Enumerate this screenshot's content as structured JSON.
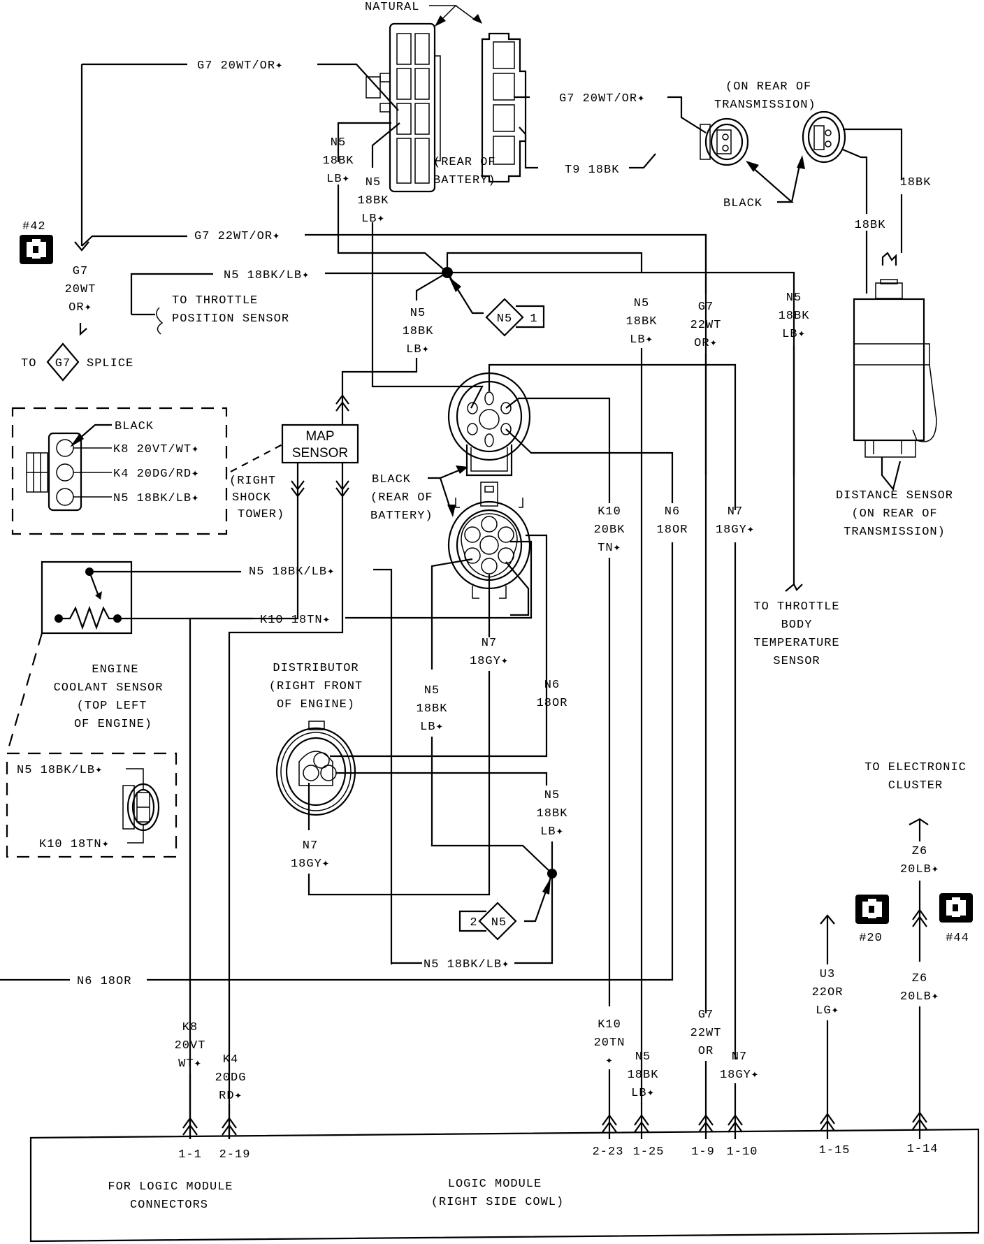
{
  "title": "Logic Module Wiring Diagram",
  "top_connectors": {
    "natural_label": "NATURAL",
    "rear_of_battery": [
      "(REAR OF",
      "BATTERY)"
    ],
    "g7_top": "G7 20WT/OR✦",
    "g7_right": "G7 20WT/OR✦",
    "t9": "T9 18BK",
    "n5_a": [
      "N5",
      "18BK",
      "LB✦"
    ],
    "n5_b": [
      "N5",
      "18BK",
      "LB✦"
    ]
  },
  "transmission": {
    "on_rear": [
      "(ON REAR OF",
      "TRANSMISSION)"
    ],
    "black_label": "BLACK",
    "wire_a": "18BK",
    "wire_b": "18BK",
    "distance_sensor": [
      "DISTANCE SENSOR",
      "(ON REAR OF",
      "TRANSMISSION)"
    ]
  },
  "splice_42": {
    "label": "#42",
    "g7_22": "G7 22WT/OR✦",
    "g7_stack": [
      "G7",
      "20WT",
      "OR✦"
    ],
    "to_splice": [
      "TO",
      "G7",
      "SPLICE"
    ]
  },
  "throttle_position": {
    "wire": "N5 18BK/LB✦",
    "dest": [
      "TO THROTTLE",
      "POSITION SENSOR"
    ]
  },
  "junction1": {
    "n5_stack": [
      "N5",
      "18BK",
      "LB✦"
    ],
    "splice_id": "N5",
    "splice_num": "1"
  },
  "verticals_top": {
    "n5_a": [
      "N5",
      "18BK",
      "LB✦"
    ],
    "g7": [
      "G7",
      "22WT",
      "OR✦"
    ],
    "n5_b": [
      "N5",
      "18BK",
      "LB✦"
    ]
  },
  "map_sensor": {
    "connector_color": "BLACK",
    "pins": [
      "K8 20VT/WT✦",
      "K4 20DG/RD✦",
      "N5 18BK/LB✦"
    ],
    "name": [
      "MAP",
      "SENSOR"
    ],
    "location": [
      "(RIGHT",
      "SHOCK",
      "TOWER)"
    ]
  },
  "battery_connector": {
    "label": [
      "BLACK",
      "(REAR OF",
      "BATTERY)"
    ],
    "k10": [
      "K10",
      "20BK",
      "TN✦"
    ],
    "n6": [
      "N6",
      "18OR"
    ],
    "n7": [
      "N7",
      "18GY✦"
    ]
  },
  "throttle_body": [
    "TO THROTTLE",
    "BODY",
    "TEMPERATURE",
    "SENSOR"
  ],
  "coolant": {
    "n5": "N5 18BK/LB✦",
    "k10": "K10 18TN✦",
    "name": [
      "ENGINE",
      "COOLANT SENSOR",
      "(TOP LEFT",
      "OF ENGINE)"
    ],
    "detail_n5": "N5 18BK/LB✦",
    "detail_k10": "K10 18TN✦"
  },
  "distributor": {
    "name": [
      "DISTRIBUTOR",
      "(RIGHT FRONT",
      "OF ENGINE)"
    ],
    "n7_top": [
      "N7",
      "18GY✦"
    ],
    "n5_mid": [
      "N5",
      "18BK",
      "LB✦"
    ],
    "n6_mid": [
      "N6",
      "18OR"
    ],
    "n5_right": [
      "N5",
      "18BK",
      "LB✦"
    ],
    "n7_low": [
      "N7",
      "18GY✦"
    ],
    "splice_id": "N5",
    "splice_num": "2",
    "n5_bottom": "N5 18BK/LB✦"
  },
  "n6_bus": "N6 18OR",
  "cluster": {
    "dest": [
      "TO ELECTRONIC",
      "CLUSTER"
    ],
    "z6_top": [
      "Z6",
      "20LB✦"
    ],
    "z6_bottom": [
      "Z6",
      "20LB✦"
    ],
    "u3": [
      "U3",
      "22OR",
      "LG✦"
    ],
    "splice_20": "#20",
    "splice_44": "#44"
  },
  "bottom_wires": {
    "k8": [
      "K8",
      "20VT",
      "WT✦"
    ],
    "k4": [
      "K4",
      "20DG",
      "RD✦"
    ],
    "k10": [
      "K10",
      "20TN",
      "✦"
    ],
    "n5": [
      "N5",
      "18BK",
      "LB✦"
    ],
    "g7": [
      "G7",
      "22WT",
      "OR"
    ],
    "n7": [
      "N7",
      "18GY✦"
    ]
  },
  "logic_module": {
    "pins": [
      "1-1",
      "2-19",
      "2-23",
      "1-25",
      "1-9",
      "1-10",
      "1-15",
      "1-14"
    ],
    "note": [
      "FOR LOGIC MODULE",
      "CONNECTORS"
    ],
    "name": [
      "LOGIC MODULE",
      "(RIGHT SIDE COWL)"
    ]
  }
}
